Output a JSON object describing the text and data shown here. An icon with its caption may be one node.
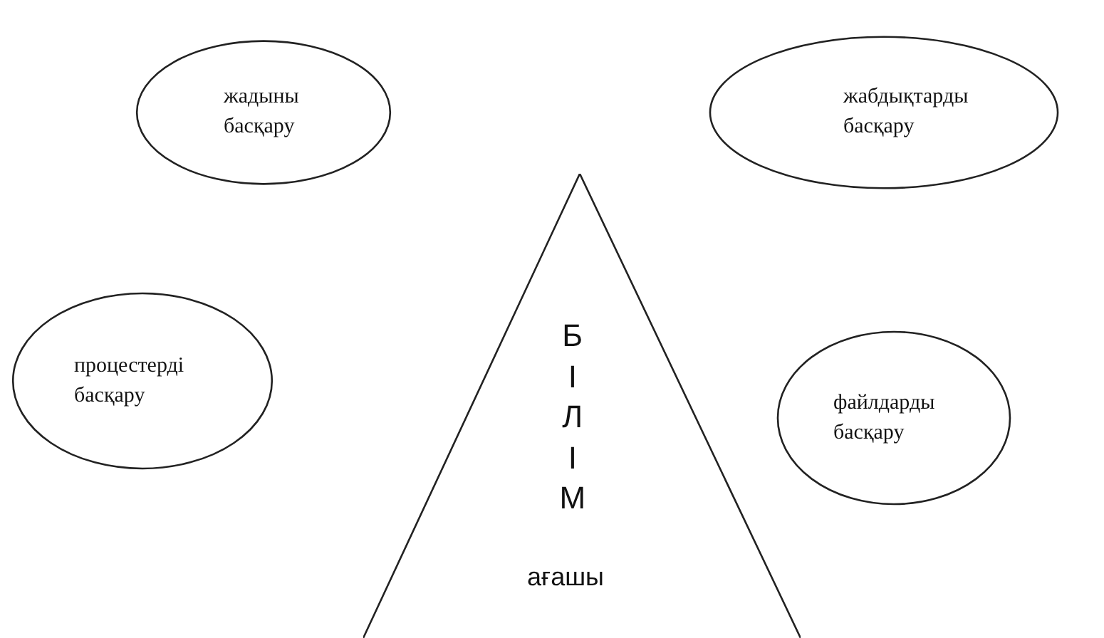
{
  "diagram": {
    "nodes": [
      {
        "text": [
          "жадыны басқару"
        ]
      },
      {
        "text": [
          "жабдықтарды басқару"
        ]
      },
      {
        "text": [
          "процестерді басқару"
        ]
      },
      {
        "text": [
          "файлдарды басқару"
        ]
      },
      {
        "text": [
          "БІЛІМ",
          "ағашы"
        ]
      }
    ],
    "edges": []
  }
}
